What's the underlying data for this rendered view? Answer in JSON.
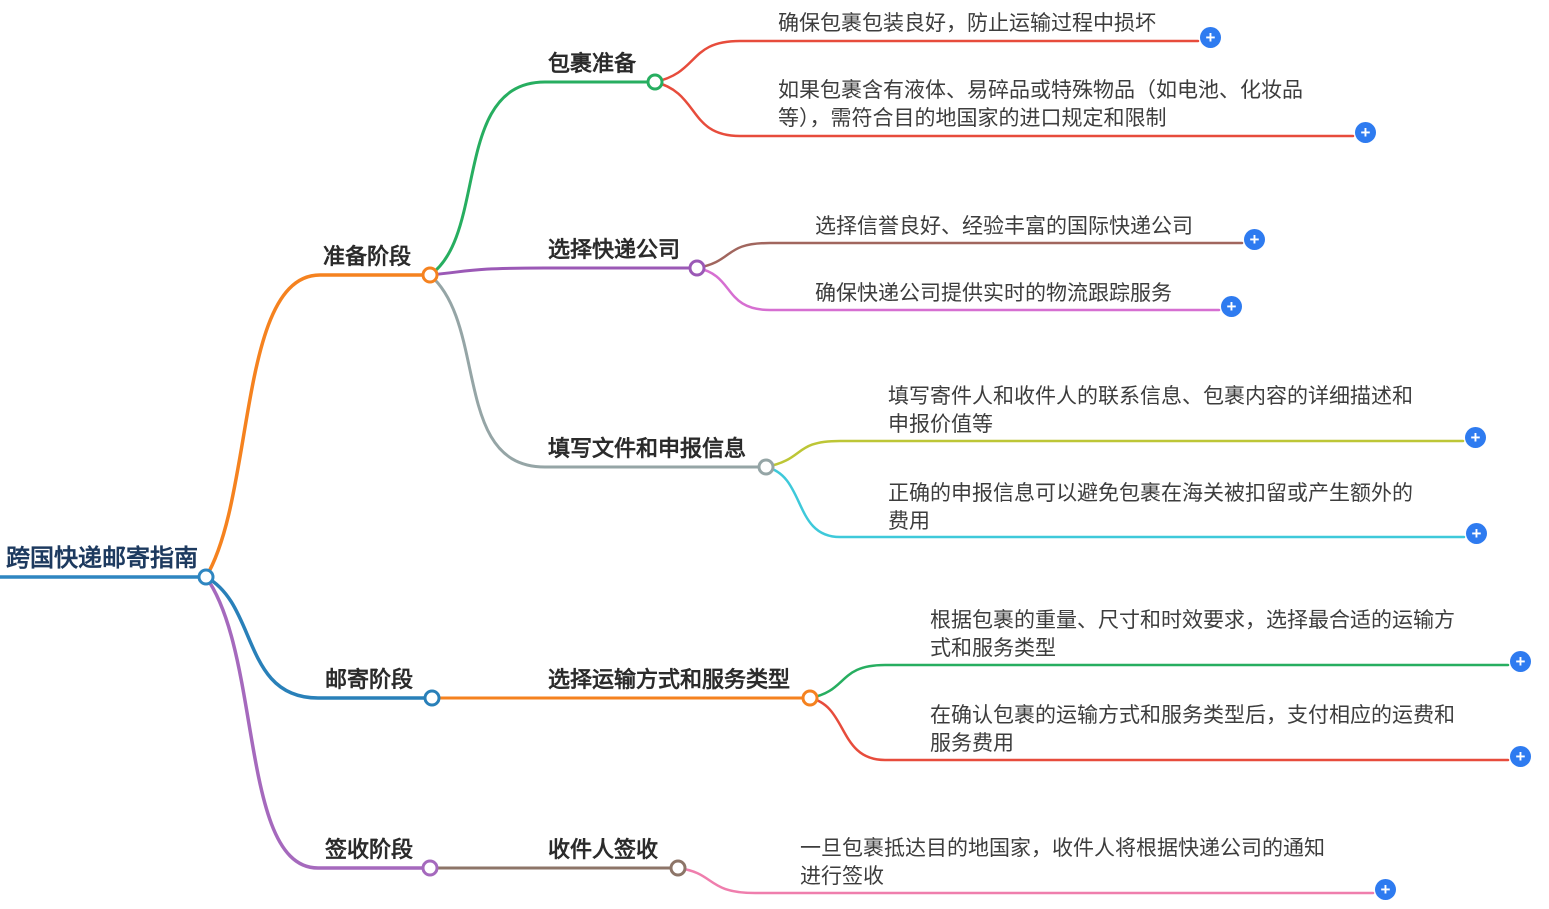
{
  "root": {
    "label": "跨国快递邮寄指南",
    "color": "#2e86c1"
  },
  "branches": [
    {
      "label": "准备阶段",
      "color": "#f5821f",
      "children": [
        {
          "label": "包裹准备",
          "color": "#27ae60",
          "leaves": [
            {
              "text": "确保包裹包装良好，防止运输过程中损坏",
              "color": "#e74c3c"
            },
            {
              "text": "如果包裹含有液体、易碎品或特殊物品（如电池、化妆品\n等），需符合目的地国家的进口规定和限制",
              "color": "#e74c3c"
            }
          ]
        },
        {
          "label": "选择快递公司",
          "color": "#9b59b6",
          "leaves": [
            {
              "text": "选择信誉良好、经验丰富的国际快递公司",
              "color": "#a1665e"
            },
            {
              "text": "确保快递公司提供实时的物流跟踪服务",
              "color": "#d66fd1"
            }
          ]
        },
        {
          "label": "填写文件和申报信息",
          "color": "#95a5a6",
          "leaves": [
            {
              "text": "填写寄件人和收件人的联系信息、包裹内容的详细描述和\n申报价值等",
              "color": "#bdc636"
            },
            {
              "text": "正确的申报信息可以避免包裹在海关被扣留或产生额外的\n费用",
              "color": "#3ec9da"
            }
          ]
        }
      ]
    },
    {
      "label": "邮寄阶段",
      "color": "#2980b9",
      "children": [
        {
          "label": "选择运输方式和服务类型",
          "color": "#f5821f",
          "leaves": [
            {
              "text": "根据包裹的重量、尺寸和时效要求，选择最合适的运输方\n式和服务类型",
              "color": "#27ae60"
            },
            {
              "text": "在确认包裹的运输方式和服务类型后，支付相应的运费和\n服务费用",
              "color": "#e74c3c"
            }
          ]
        }
      ]
    },
    {
      "label": "签收阶段",
      "color": "#a569bd",
      "children": [
        {
          "label": "收件人签收",
          "color": "#8d7568",
          "leaves": [
            {
              "text": "一旦包裹抵达目的地国家，收件人将根据快递公司的通知\n进行签收",
              "color": "#ef7ead"
            }
          ]
        }
      ]
    }
  ],
  "add_button": {
    "glyph": "+",
    "color": "#2e7bf0"
  }
}
